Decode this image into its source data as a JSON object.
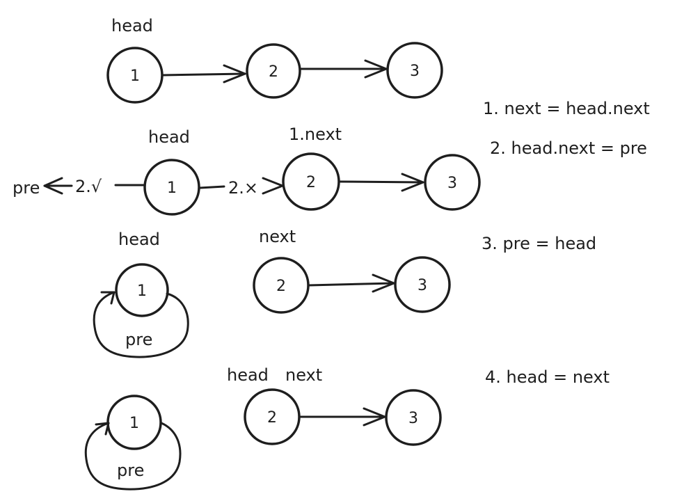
{
  "canvas": {
    "stroke_color": "#1e1e1e",
    "background": "#ffffff"
  },
  "stage1": {
    "head_label": "head",
    "nodes": [
      "1",
      "2",
      "3"
    ]
  },
  "stage2": {
    "head_label": "head",
    "next_label": "1.next",
    "pre_label": "pre",
    "arrow_valid_label": "2.√",
    "arrow_invalid_label": "2.×",
    "nodes": [
      "1",
      "2",
      "3"
    ]
  },
  "stage3": {
    "head_label": "head",
    "next_label": "next",
    "pre_label": "pre",
    "nodes": [
      "1",
      "2",
      "3"
    ]
  },
  "stage4": {
    "head_label": "head",
    "next_label": "next",
    "pre_label": "pre",
    "nodes": [
      "1",
      "2",
      "3"
    ]
  },
  "steps": [
    "1. next = head.next",
    "2. head.next = pre",
    "3. pre = head",
    "4. head = next"
  ]
}
